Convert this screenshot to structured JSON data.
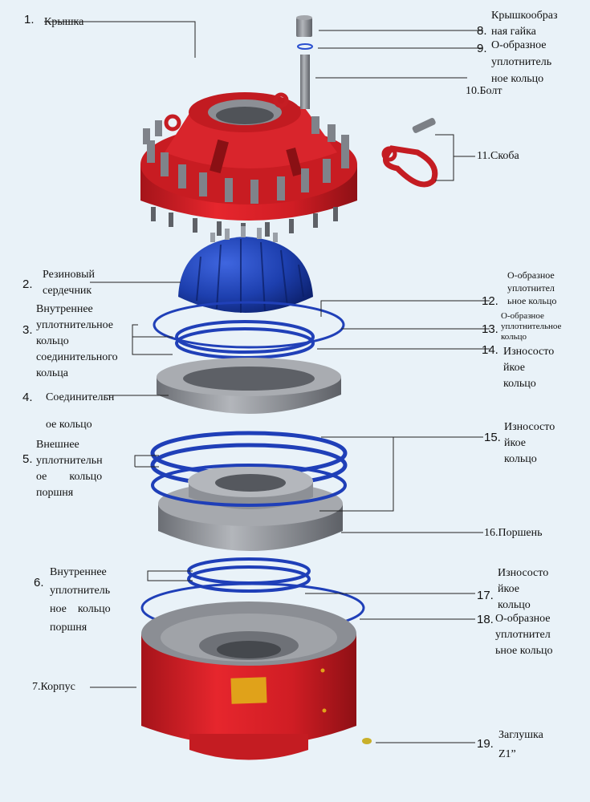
{
  "labels": {
    "l1": {
      "num": "1.",
      "text": "Крышка"
    },
    "l2": {
      "num": "2.",
      "text": "Резиновый\nсердечник"
    },
    "l3": {
      "num": "3.",
      "text": "Внутреннее\nуплотнительное\nкольцо\nсоединительного\nкольца"
    },
    "l4": {
      "num": "4.",
      "text": "Соединительн\n\nое кольцо"
    },
    "l5": {
      "num": "5.",
      "text": "Внешнее\nуплотнительн\nое        кольцо\nпоршня"
    },
    "l6": {
      "num": "6.",
      "text": "Внутреннее\nуплотнитель\nное    кольцо\nпоршня"
    },
    "l7": {
      "num": "7.",
      "text": "Корпус"
    },
    "l8": {
      "num": "8.",
      "text": "Крышкообраз\nная гайка"
    },
    "l9": {
      "num": "9.",
      "text": "О-образное\nуплотнитель\nное кольцо"
    },
    "l10": {
      "num": "10.",
      "text": "Болт"
    },
    "l11": {
      "num": "11.",
      "text": "Скоба"
    },
    "l12": {
      "num": "12.",
      "text": "О-образное\nуплотнител\nьное кольцо"
    },
    "l13": {
      "num": "13.",
      "text": "О-образное\nуплотнительное\nкольцо"
    },
    "l14": {
      "num": "14.",
      "text": "Износосто\nйкое\nкольцо"
    },
    "l15": {
      "num": "15.",
      "text": "Износосто\nйкое\nкольцо"
    },
    "l16": {
      "num": "16.",
      "text": "Поршень"
    },
    "l17": {
      "num": "17.",
      "text": "Износосто\nйкое\nкольцо"
    },
    "l18": {
      "num": "18.",
      "text": "О-образное\nуплотнител\nьное кольцо"
    },
    "l19": {
      "num": "19.",
      "text": "Заглушка\nZ1”"
    }
  },
  "colors": {
    "red": "#d81f26",
    "red_dark": "#9e1218",
    "blue_core": "#1d3fae",
    "blue_ring": "#1f3fb8",
    "steel": "#8f9399",
    "steel_dark": "#5f6268",
    "plate": "#e0a21a",
    "background": "#e9f2f8"
  }
}
